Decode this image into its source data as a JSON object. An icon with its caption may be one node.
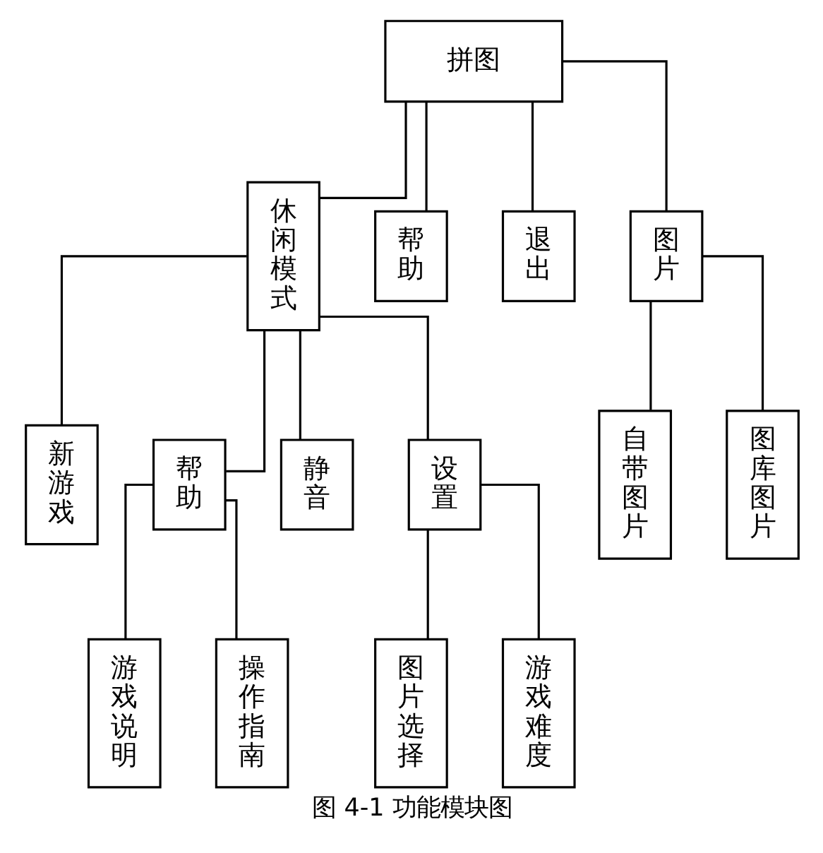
{
  "diagram": {
    "caption": "图 4-1 功能模块图",
    "nodes": [
      {
        "text": [
          "拼图"
        ]
      },
      {
        "text": [
          "休闲模式"
        ]
      },
      {
        "text": [
          "帮助"
        ]
      },
      {
        "text": [
          "退出"
        ]
      },
      {
        "text": [
          "图片"
        ]
      },
      {
        "text": [
          "新游戏"
        ]
      },
      {
        "text": [
          "帮助"
        ]
      },
      {
        "text": [
          "静音"
        ]
      },
      {
        "text": [
          "设置"
        ]
      },
      {
        "text": [
          "自带图片"
        ]
      },
      {
        "text": [
          "图库图片"
        ]
      },
      {
        "text": [
          "游戏说明"
        ]
      },
      {
        "text": [
          "操作指南"
        ]
      },
      {
        "text": [
          "图片选择"
        ]
      },
      {
        "text": [
          "游戏难度"
        ]
      }
    ],
    "edges": [
      {
        "from": 0,
        "to": 1,
        "arrow": "none"
      },
      {
        "from": 0,
        "to": 2,
        "arrow": "none"
      },
      {
        "from": 0,
        "to": 3,
        "arrow": "none"
      },
      {
        "from": 0,
        "to": 4,
        "arrow": "none"
      },
      {
        "from": 1,
        "to": 5,
        "arrow": "none"
      },
      {
        "from": 1,
        "to": 6,
        "arrow": "none"
      },
      {
        "from": 1,
        "to": 7,
        "arrow": "none"
      },
      {
        "from": 1,
        "to": 8,
        "arrow": "none"
      },
      {
        "from": 4,
        "to": 9,
        "arrow": "none"
      },
      {
        "from": 4,
        "to": 10,
        "arrow": "none"
      },
      {
        "from": 6,
        "to": 11,
        "arrow": "none"
      },
      {
        "from": 6,
        "to": 12,
        "arrow": "none"
      },
      {
        "from": 8,
        "to": 13,
        "arrow": "none"
      },
      {
        "from": 8,
        "to": 14,
        "arrow": "none"
      }
    ]
  }
}
